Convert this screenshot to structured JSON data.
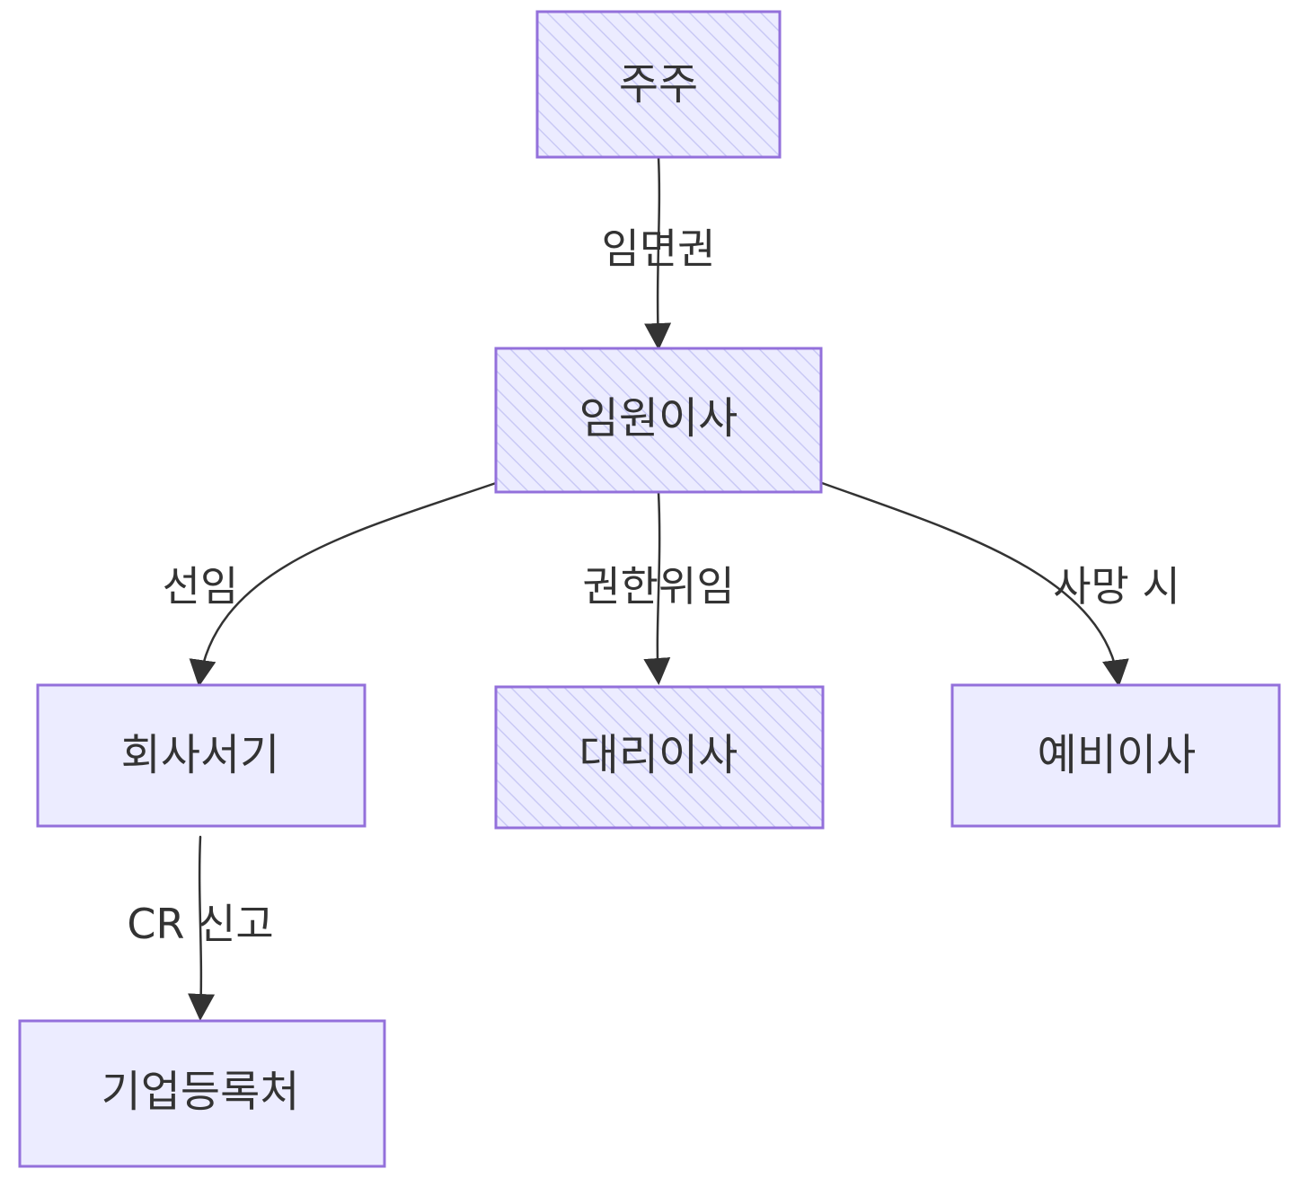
{
  "colors": {
    "node_fill": "#ECECFF",
    "node_stroke": "#9370DB",
    "hatch": "#c9c9f5",
    "edge": "#333333",
    "text": "#333333",
    "background": "#ffffff"
  },
  "nodes": {
    "shareholders": "주주",
    "executive_director": "임원이사",
    "company_secretary": "회사서기",
    "alternate_director": "대리이사",
    "reserve_director": "예비이사",
    "companies_registry": "기업등록처"
  },
  "edges": {
    "appoint_remove": "임면권",
    "appoint": "선임",
    "delegate": "권한위임",
    "on_death": "사망 시",
    "cr_filing": "CR 신고"
  }
}
